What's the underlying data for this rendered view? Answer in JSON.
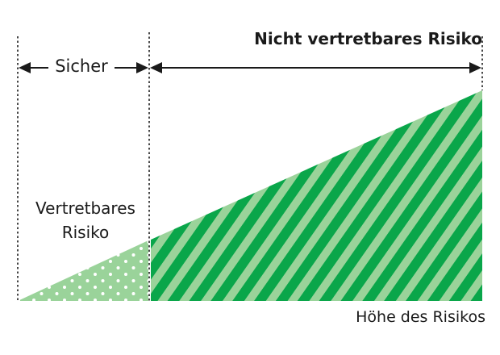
{
  "diagram": {
    "zones": {
      "safe": {
        "label": "Sicher"
      },
      "not_acceptable": {
        "label": "Nicht vertretbares Risiko"
      }
    },
    "acceptable": {
      "label_lines": [
        "Vertretbares",
        "Risiko"
      ]
    },
    "axis": {
      "label": "Höhe des Risikos"
    },
    "colors": {
      "stripe_dark": "#0aa64a",
      "stripe_light": "#9ad39a",
      "dotted_fill": "#9ad39a",
      "dots": "#ffffff",
      "text": "#1a1a1a"
    }
  }
}
